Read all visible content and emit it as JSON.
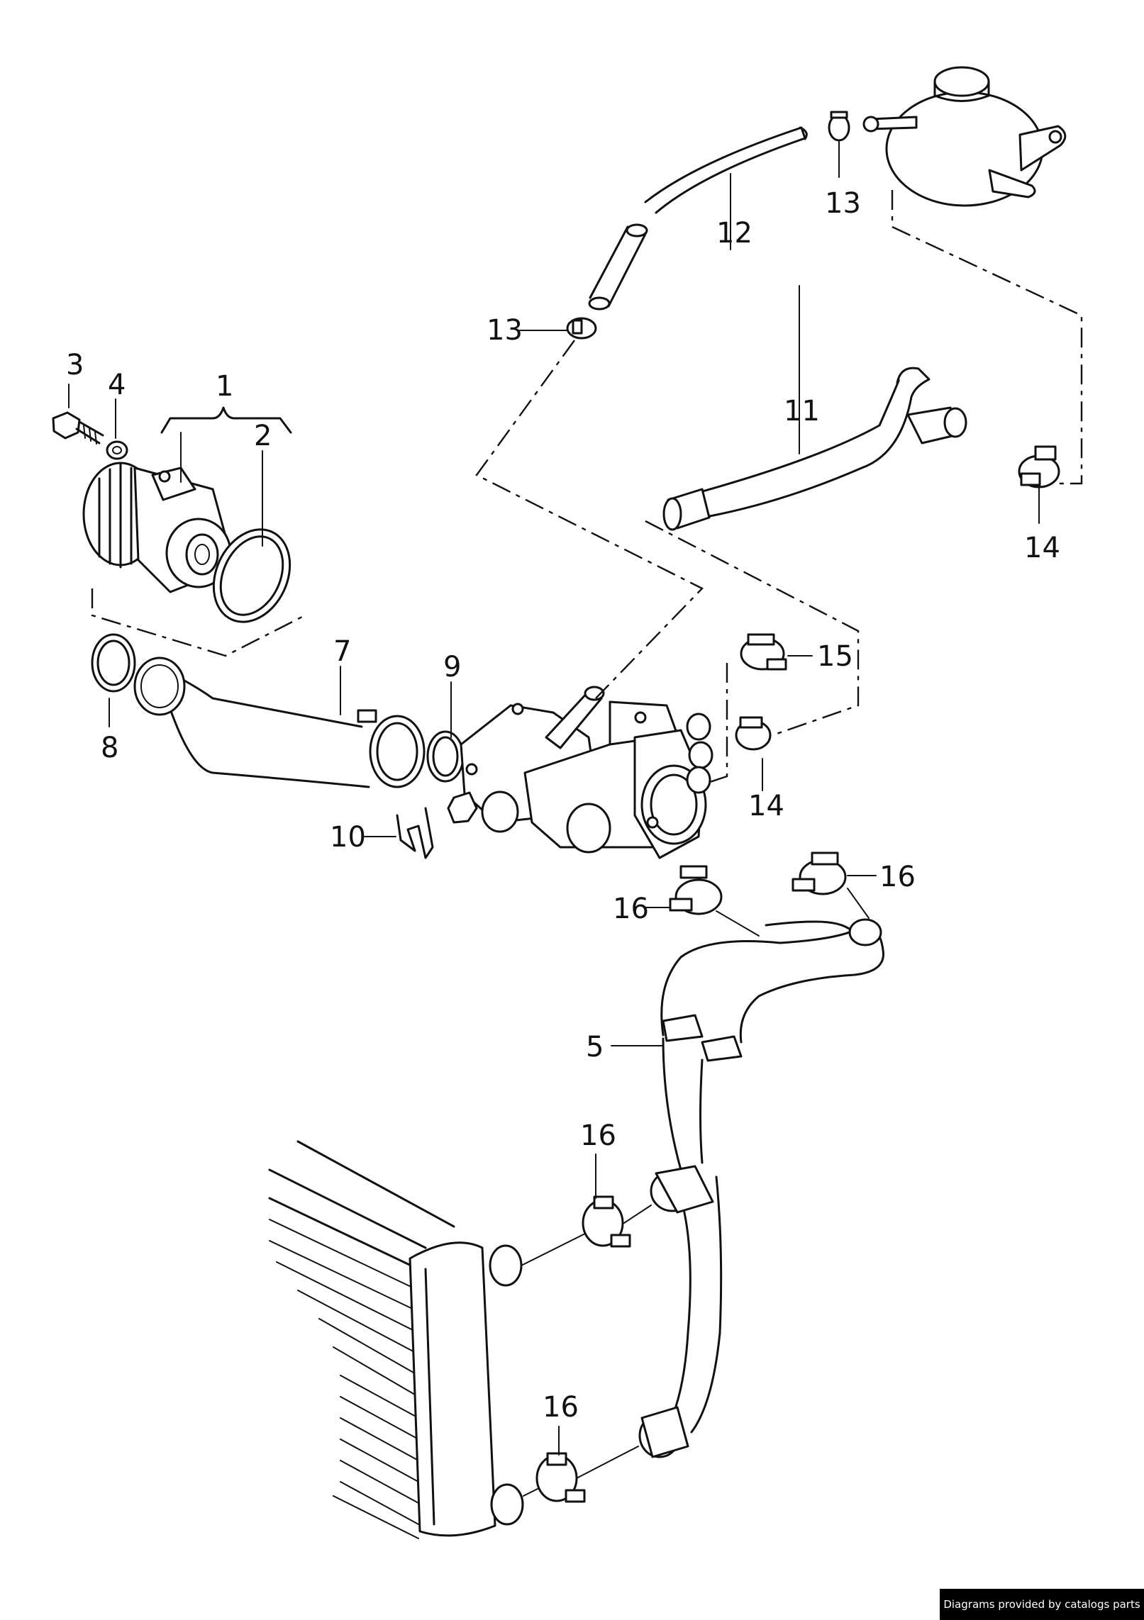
{
  "labels": {
    "l1": "1",
    "l2": "2",
    "l3": "3",
    "l4": "4",
    "l5": "5",
    "l7": "7",
    "l8": "8",
    "l9": "9",
    "l10": "10",
    "l11": "11",
    "l12": "12",
    "l13a": "13",
    "l13b": "13",
    "l14a": "14",
    "l14b": "14",
    "l15": "15",
    "l16a": "16",
    "l16b": "16",
    "l16c": "16",
    "l16d": "16"
  },
  "credit": "Diagrams provided by catalogs parts"
}
